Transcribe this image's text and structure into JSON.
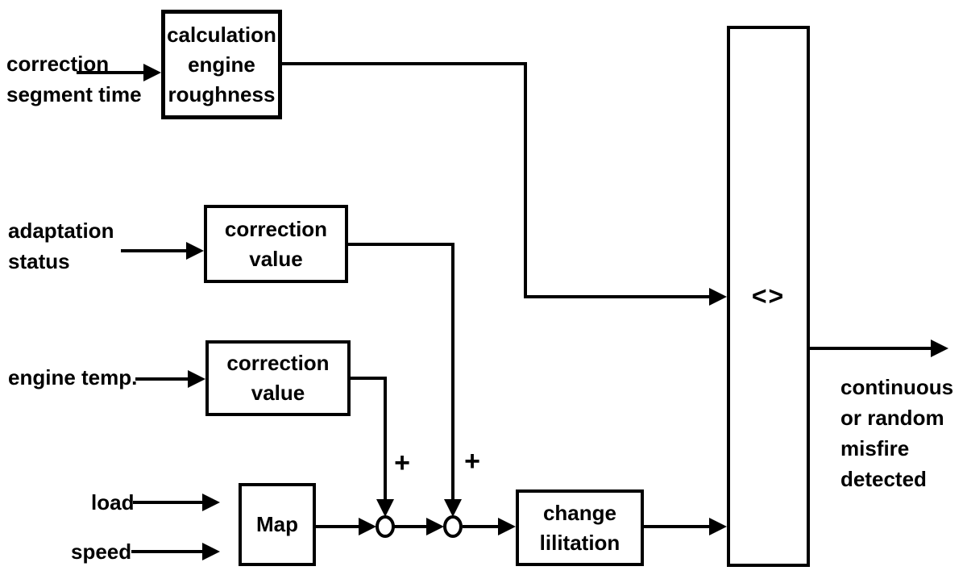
{
  "diagram": {
    "background_color": "#ffffff",
    "line_color": "#000000",
    "inputs": [
      {
        "id": "correction-segment-time",
        "label": "correction\nsegment time"
      },
      {
        "id": "adaptation-status",
        "label": "adaptation\nstatus"
      },
      {
        "id": "engine-temp",
        "label": "engine temp."
      },
      {
        "id": "load",
        "label": "load"
      },
      {
        "id": "speed",
        "label": "speed"
      }
    ],
    "blocks": [
      {
        "id": "calculation-engine-roughness",
        "label": "calculation\nengine\nroughness"
      },
      {
        "id": "correction-value-1",
        "label": "correction\nvalue"
      },
      {
        "id": "correction-value-2",
        "label": "correction\nvalue"
      },
      {
        "id": "map",
        "label": "Map"
      },
      {
        "id": "change-limitation",
        "label": "change\nlilitation"
      },
      {
        "id": "comparator",
        "label": "<>"
      }
    ],
    "operators": [
      {
        "id": "plus-1",
        "label": "+"
      },
      {
        "id": "plus-2",
        "label": "+"
      }
    ],
    "output": {
      "id": "misfire-detected",
      "label": "continuous\nor random\nmisfire\ndetected"
    },
    "edges": [
      {
        "from": "correction segment time",
        "to": "calculation engine roughness"
      },
      {
        "from": "adaptation status",
        "to": "correction value (upper)"
      },
      {
        "from": "engine temp.",
        "to": "correction value (lower)"
      },
      {
        "from": "load",
        "to": "Map"
      },
      {
        "from": "speed",
        "to": "Map"
      },
      {
        "from": "Map",
        "to": "sum junction 1"
      },
      {
        "from": "correction value (lower)",
        "to": "sum junction 1",
        "sign": "+"
      },
      {
        "from": "sum junction 1",
        "to": "sum junction 2"
      },
      {
        "from": "correction value (upper)",
        "to": "sum junction 2",
        "sign": "+"
      },
      {
        "from": "sum junction 2",
        "to": "change lilitation"
      },
      {
        "from": "change lilitation",
        "to": "comparator"
      },
      {
        "from": "calculation engine roughness",
        "to": "comparator"
      },
      {
        "from": "comparator",
        "to": "continuous or random misfire detected"
      }
    ]
  }
}
